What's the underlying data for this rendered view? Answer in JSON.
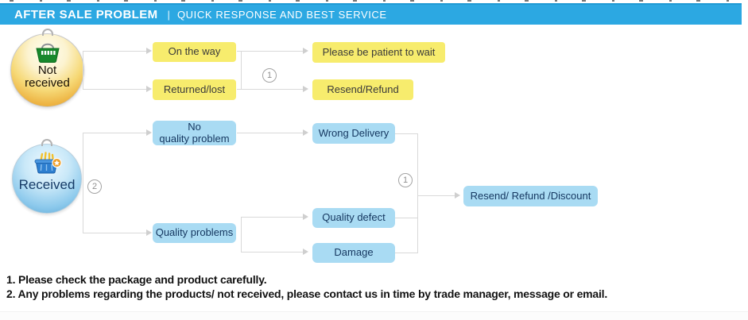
{
  "header": {
    "title": "AFTER SALE PROBLEM",
    "separator": "|",
    "subtitle": "QUICK RESPONSE AND BEST SERVICE"
  },
  "colors": {
    "header_bar": "#2ca8e2",
    "yellow_box": "#f7ec6d",
    "blue_box": "#a9dbf3",
    "connector_line": "#d9d9d9"
  },
  "flow": {
    "not_received": {
      "lines": [
        "Not",
        "received"
      ],
      "icon": "green-shopping-basket-icon"
    },
    "received": {
      "label": "Received",
      "icon": "blue-shopping-basket-icon"
    },
    "on_the_way": "On the way",
    "returned_lost": "Returned/lost",
    "please_wait": "Please be patient to wait",
    "resend_refund": "Resend/Refund",
    "no_quality_problem": {
      "lines": [
        "No",
        "quality problem"
      ]
    },
    "quality_problems": "Quality problems",
    "wrong_delivery": "Wrong Delivery",
    "quality_defect": "Quality defect",
    "damage": "Damage",
    "resend_refund_discount": "Resend/ Refund /Discount"
  },
  "markers": {
    "one": "1",
    "two": "2"
  },
  "notes": [
    "1. Please check the package and product carefully.",
    "2. Any problems regarding the products/ not received, please contact us in time by trade manager, message or email."
  ]
}
